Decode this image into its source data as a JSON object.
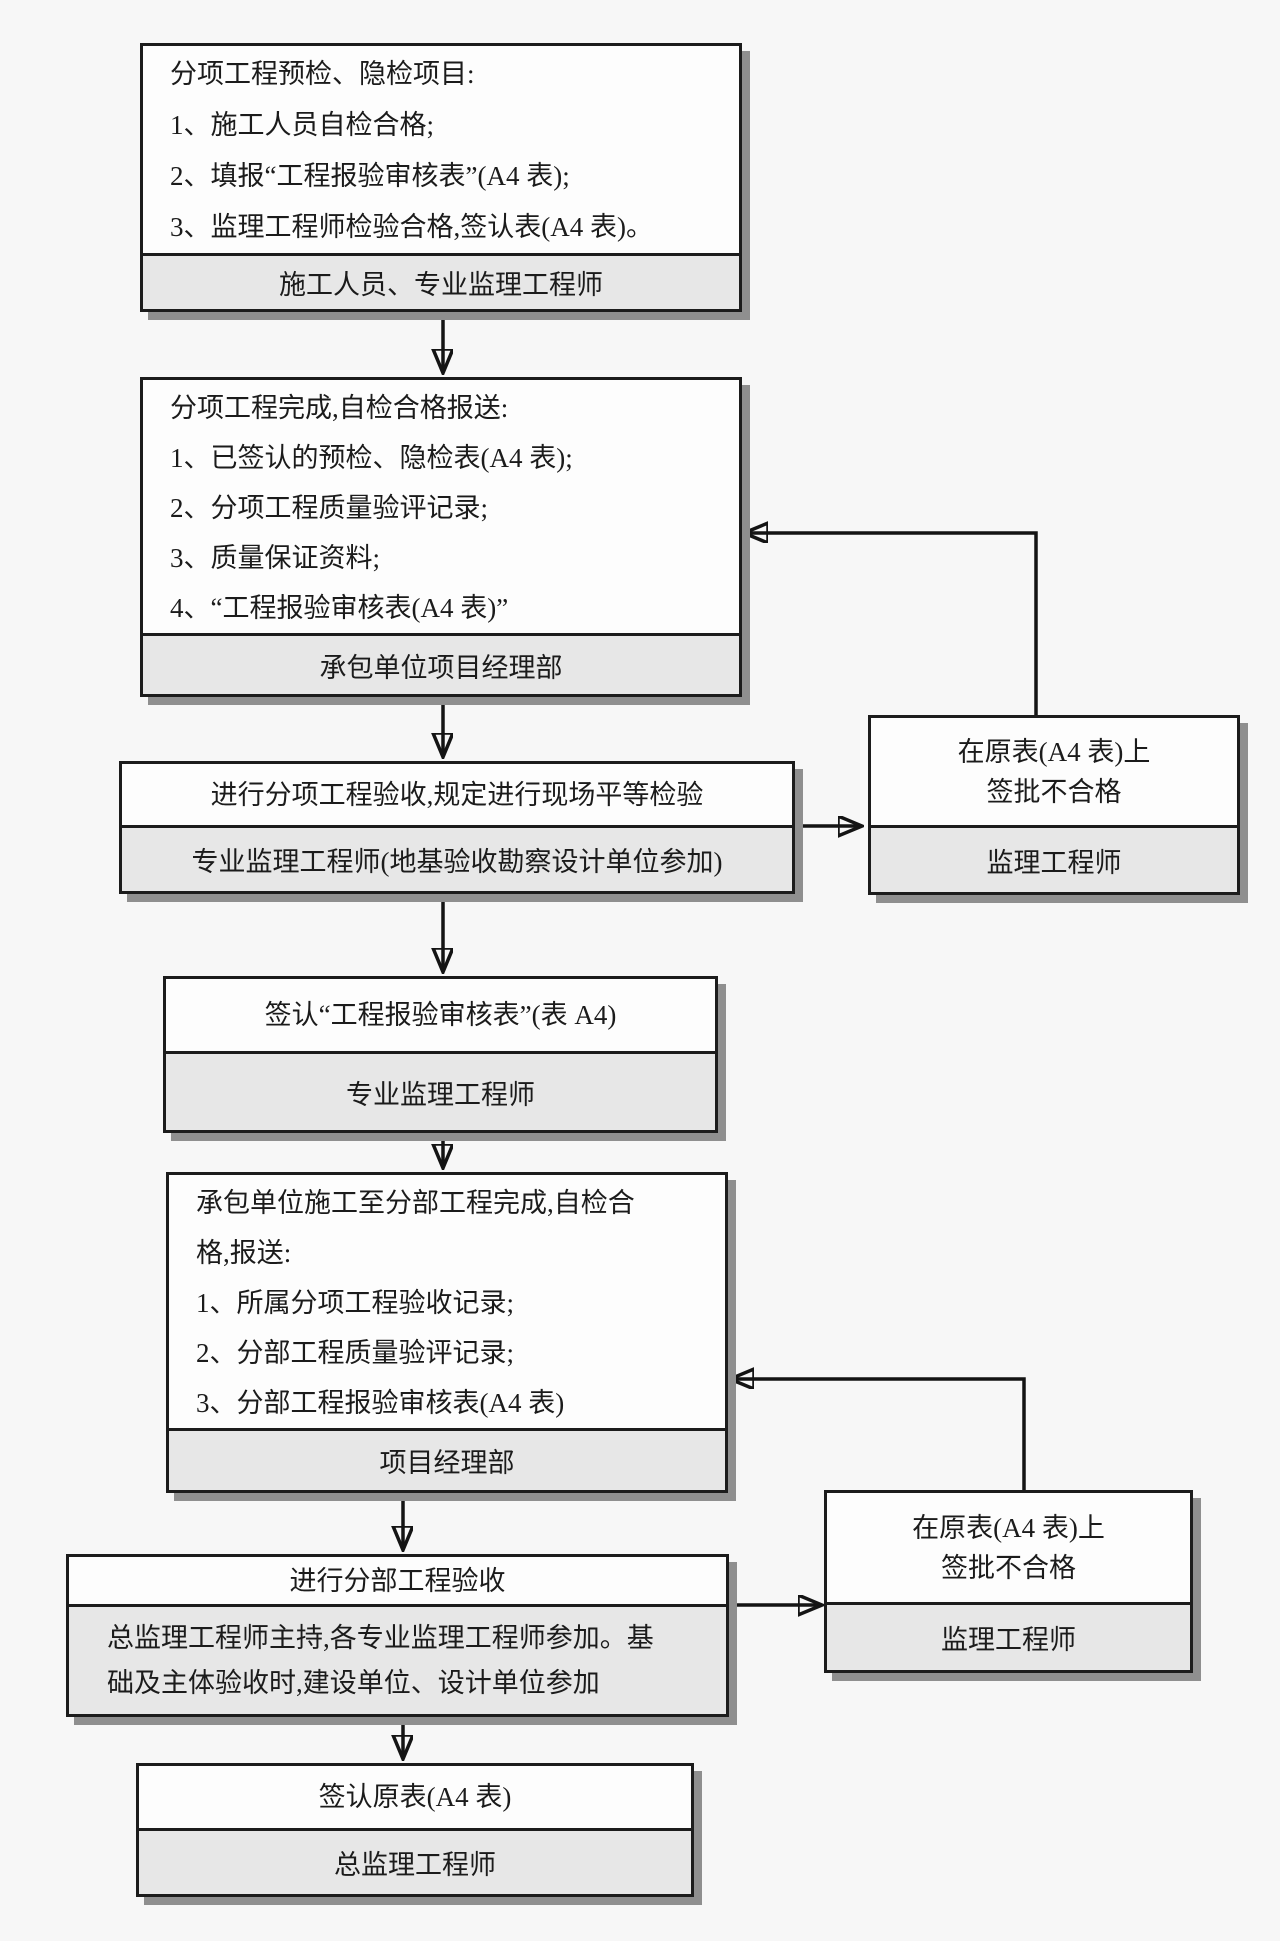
{
  "colors": {
    "page_bg": "#f7f7f7",
    "box_bg": "#fdfdfd",
    "panel": "#e7e7e7",
    "line": "#1c1c1c",
    "shadow": "#8f8f8f",
    "arrow": "#141414"
  },
  "boxes": {
    "precheck": {
      "lines": [
        "分项工程预检、隐检项目:",
        "1、施工人员自检合格;",
        "2、填报“工程报验审核表”(A4 表);",
        "3、监理工程师检验合格,签认表(A4 表)。"
      ],
      "footer": "施工人员、专业监理工程师"
    },
    "subitem_submit": {
      "lines": [
        "分项工程完成,自检合格报送:",
        "1、已签认的预检、隐检表(A4 表);",
        "2、分项工程质量验评记录;",
        "3、质量保证资料;",
        "4、“工程报验审核表(A4 表)”"
      ],
      "footer": "承包单位项目经理部"
    },
    "subitem_acceptance": {
      "title": "进行分项工程验收,规定进行现场平等检验",
      "footer": "专业监理工程师(地基验收勘察设计单位参加)"
    },
    "reject1": {
      "lines": [
        "在原表(A4 表)上",
        "签批不合格"
      ],
      "footer": "监理工程师"
    },
    "sign_review_form": {
      "title": "签认“工程报验审核表”(表 A4)",
      "footer": "专业监理工程师"
    },
    "division_submit": {
      "lines": [
        "承包单位施工至分部工程完成,自检合",
        "格,报送:",
        "1、所属分项工程验收记录;",
        "2、分部工程质量验评记录;",
        "3、分部工程报验审核表(A4 表)"
      ],
      "footer": "项目经理部"
    },
    "division_acceptance": {
      "title": "进行分部工程验收",
      "footer_lines": [
        "总监理工程师主持,各专业监理工程师参加。基",
        "础及主体验收时,建设单位、设计单位参加"
      ]
    },
    "reject2": {
      "lines": [
        "在原表(A4 表)上",
        "签批不合格"
      ],
      "footer": "监理工程师"
    },
    "sign_original": {
      "title": "签认原表(A4 表)",
      "footer": "总监理工程师"
    }
  }
}
